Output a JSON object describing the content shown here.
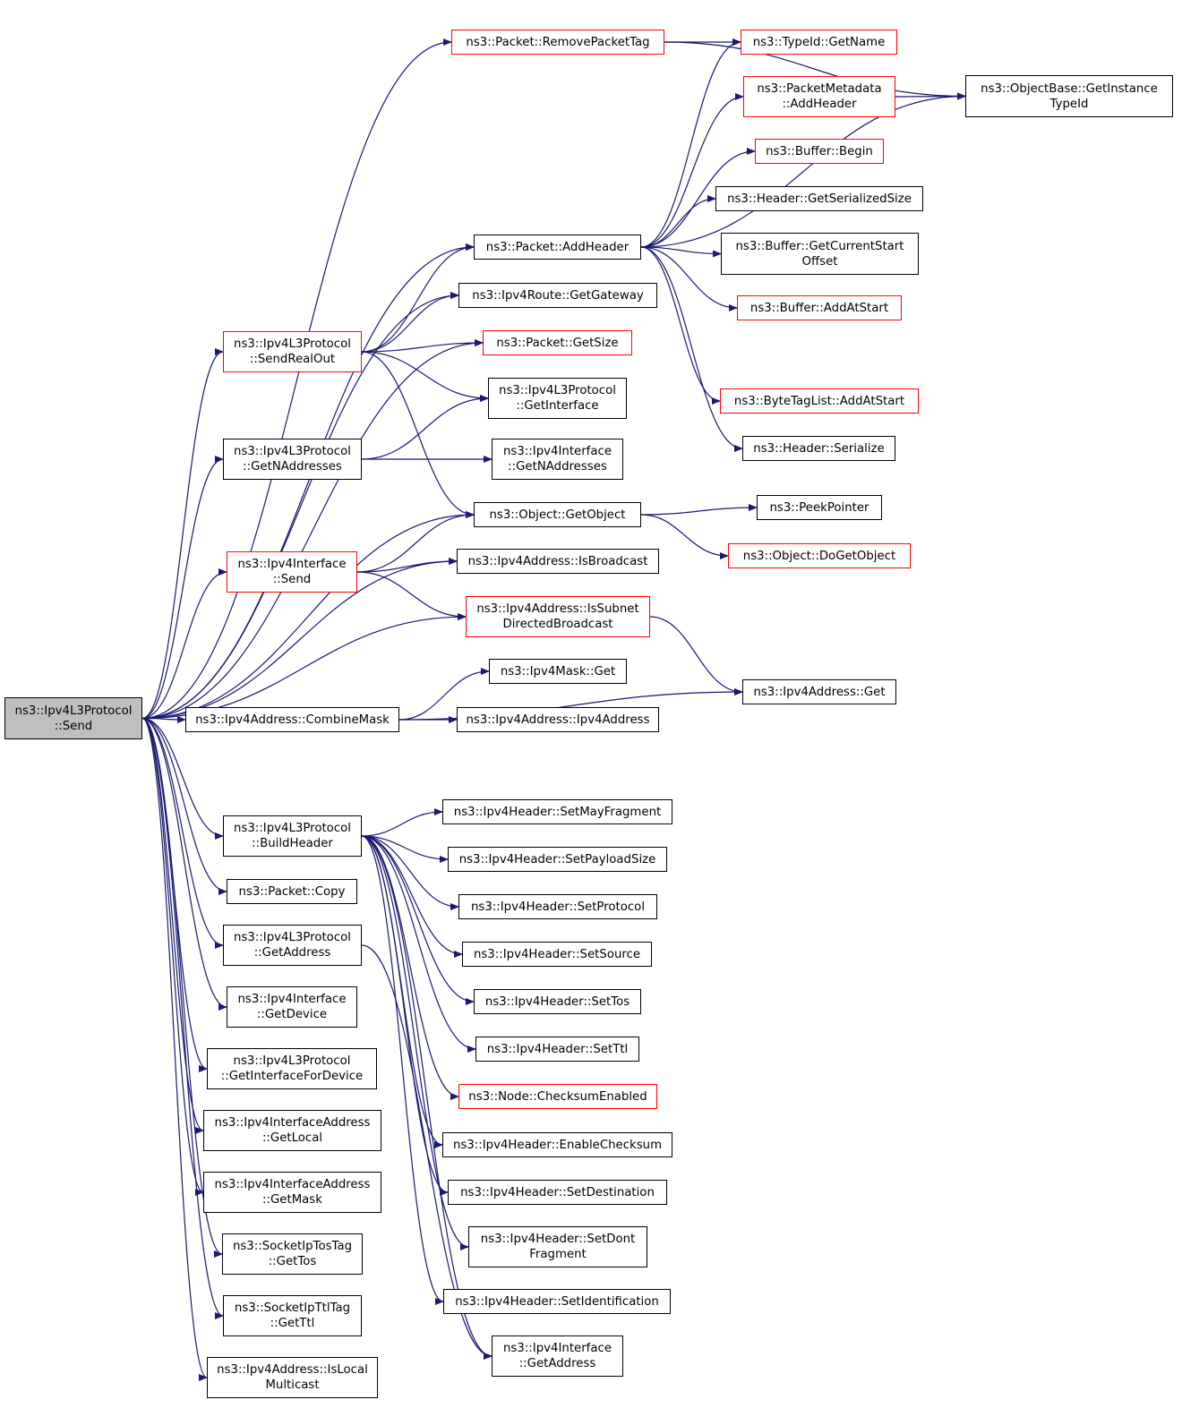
{
  "colors": {
    "edge": "#191970",
    "border": "#000000",
    "border_link": "#ff0000",
    "root_fill": "#bfbfbf"
  },
  "nodes": {
    "send": {
      "lines": [
        "ns3::Ipv4L3Protocol",
        "::Send"
      ],
      "style": "root"
    },
    "removePacketTag": {
      "lines": [
        "ns3::Packet::RemovePacketTag"
      ],
      "style": "red"
    },
    "typeIdGetName": {
      "lines": [
        "ns3::TypeId::GetName"
      ],
      "style": "red"
    },
    "getInstanceTypeId": {
      "lines": [
        "ns3::ObjectBase::GetInstance",
        "TypeId"
      ],
      "style": "black"
    },
    "metaAddHeader": {
      "lines": [
        "ns3::PacketMetadata",
        "::AddHeader"
      ],
      "style": "red"
    },
    "bufferBegin": {
      "lines": [
        "ns3::Buffer::Begin"
      ],
      "style": "red"
    },
    "headerGetSerializedSize": {
      "lines": [
        "ns3::Header::GetSerializedSize"
      ],
      "style": "black"
    },
    "packetAddHeader": {
      "lines": [
        "ns3::Packet::AddHeader"
      ],
      "style": "black"
    },
    "bufferGetCurrentStartOffset": {
      "lines": [
        "ns3::Buffer::GetCurrentStart",
        "Offset"
      ],
      "style": "black"
    },
    "ipv4RouteGetGateway": {
      "lines": [
        "ns3::Ipv4Route::GetGateway"
      ],
      "style": "black"
    },
    "bufferAddAtStart": {
      "lines": [
        "ns3::Buffer::AddAtStart"
      ],
      "style": "red"
    },
    "sendRealOut": {
      "lines": [
        "ns3::Ipv4L3Protocol",
        "::SendRealOut"
      ],
      "style": "red"
    },
    "packetGetSize": {
      "lines": [
        "ns3::Packet::GetSize"
      ],
      "style": "red"
    },
    "l3GetInterface": {
      "lines": [
        "ns3::Ipv4L3Protocol",
        "::GetInterface"
      ],
      "style": "black"
    },
    "byteTagListAddAtStart": {
      "lines": [
        "ns3::ByteTagList::AddAtStart"
      ],
      "style": "red"
    },
    "l3GetNAddresses": {
      "lines": [
        "ns3::Ipv4L3Protocol",
        "::GetNAddresses"
      ],
      "style": "black"
    },
    "ifaceGetNAddresses": {
      "lines": [
        "ns3::Ipv4Interface",
        "::GetNAddresses"
      ],
      "style": "black"
    },
    "headerSerialize": {
      "lines": [
        "ns3::Header::Serialize"
      ],
      "style": "black"
    },
    "objectGetObject": {
      "lines": [
        "ns3::Object::GetObject"
      ],
      "style": "black"
    },
    "peekPointer": {
      "lines": [
        "ns3::PeekPointer"
      ],
      "style": "black"
    },
    "objectDoGetObject": {
      "lines": [
        "ns3::Object::DoGetObject"
      ],
      "style": "red"
    },
    "ifaceSend": {
      "lines": [
        "ns3::Ipv4Interface",
        "::Send"
      ],
      "style": "red"
    },
    "addrIsBroadcast": {
      "lines": [
        "ns3::Ipv4Address::IsBroadcast"
      ],
      "style": "black"
    },
    "addrIsSubnetDirectedBroadcast": {
      "lines": [
        "ns3::Ipv4Address::IsSubnet",
        "DirectedBroadcast"
      ],
      "style": "red"
    },
    "maskGet": {
      "lines": [
        "ns3::Ipv4Mask::Get"
      ],
      "style": "black"
    },
    "addrGet": {
      "lines": [
        "ns3::Ipv4Address::Get"
      ],
      "style": "black"
    },
    "addrCombineMask": {
      "lines": [
        "ns3::Ipv4Address::CombineMask"
      ],
      "style": "black"
    },
    "addrCtor": {
      "lines": [
        "ns3::Ipv4Address::Ipv4Address"
      ],
      "style": "black"
    },
    "buildHeader": {
      "lines": [
        "ns3::Ipv4L3Protocol",
        "::BuildHeader"
      ],
      "style": "black"
    },
    "hdrSetMayFragment": {
      "lines": [
        "ns3::Ipv4Header::SetMayFragment"
      ],
      "style": "black"
    },
    "hdrSetPayloadSize": {
      "lines": [
        "ns3::Ipv4Header::SetPayloadSize"
      ],
      "style": "black"
    },
    "packetCopy": {
      "lines": [
        "ns3::Packet::Copy"
      ],
      "style": "black"
    },
    "hdrSetProtocol": {
      "lines": [
        "ns3::Ipv4Header::SetProtocol"
      ],
      "style": "black"
    },
    "l3GetAddress": {
      "lines": [
        "ns3::Ipv4L3Protocol",
        "::GetAddress"
      ],
      "style": "black"
    },
    "hdrSetSource": {
      "lines": [
        "ns3::Ipv4Header::SetSource"
      ],
      "style": "black"
    },
    "ifaceGetDevice": {
      "lines": [
        "ns3::Ipv4Interface",
        "::GetDevice"
      ],
      "style": "black"
    },
    "hdrSetTos": {
      "lines": [
        "ns3::Ipv4Header::SetTos"
      ],
      "style": "black"
    },
    "hdrSetTtl": {
      "lines": [
        "ns3::Ipv4Header::SetTtl"
      ],
      "style": "black"
    },
    "l3GetInterfaceForDevice": {
      "lines": [
        "ns3::Ipv4L3Protocol",
        "::GetInterfaceForDevice"
      ],
      "style": "black"
    },
    "nodeChecksumEnabled": {
      "lines": [
        "ns3::Node::ChecksumEnabled"
      ],
      "style": "red"
    },
    "ifAddrGetLocal": {
      "lines": [
        "ns3::Ipv4InterfaceAddress",
        "::GetLocal"
      ],
      "style": "black"
    },
    "hdrEnableChecksum": {
      "lines": [
        "ns3::Ipv4Header::EnableChecksum"
      ],
      "style": "black"
    },
    "hdrSetDestination": {
      "lines": [
        "ns3::Ipv4Header::SetDestination"
      ],
      "style": "black"
    },
    "ifAddrGetMask": {
      "lines": [
        "ns3::Ipv4InterfaceAddress",
        "::GetMask"
      ],
      "style": "black"
    },
    "hdrSetDontFragment": {
      "lines": [
        "ns3::Ipv4Header::SetDont",
        "Fragment"
      ],
      "style": "black"
    },
    "tosTagGetTos": {
      "lines": [
        "ns3::SocketIpTosTag",
        "::GetTos"
      ],
      "style": "black"
    },
    "hdrSetIdentification": {
      "lines": [
        "ns3::Ipv4Header::SetIdentification"
      ],
      "style": "black"
    },
    "ttlTagGetTtl": {
      "lines": [
        "ns3::SocketIpTtlTag",
        "::GetTtl"
      ],
      "style": "black"
    },
    "ifaceGetAddress": {
      "lines": [
        "ns3::Ipv4Interface",
        "::GetAddress"
      ],
      "style": "black"
    },
    "addrIsLocalMulticast": {
      "lines": [
        "ns3::Ipv4Address::IsLocal",
        "Multicast"
      ],
      "style": "black"
    }
  },
  "edges": [
    [
      "send",
      "removePacketTag"
    ],
    [
      "send",
      "packetAddHeader"
    ],
    [
      "send",
      "ipv4RouteGetGateway"
    ],
    [
      "send",
      "sendRealOut"
    ],
    [
      "send",
      "packetGetSize"
    ],
    [
      "send",
      "l3GetNAddresses"
    ],
    [
      "send",
      "objectGetObject"
    ],
    [
      "send",
      "ifaceSend"
    ],
    [
      "send",
      "addrIsBroadcast"
    ],
    [
      "send",
      "addrIsSubnetDirectedBroadcast"
    ],
    [
      "send",
      "addrCombineMask"
    ],
    [
      "send",
      "buildHeader"
    ],
    [
      "send",
      "packetCopy"
    ],
    [
      "send",
      "l3GetAddress"
    ],
    [
      "send",
      "ifaceGetDevice"
    ],
    [
      "send",
      "l3GetInterfaceForDevice"
    ],
    [
      "send",
      "ifAddrGetLocal"
    ],
    [
      "send",
      "ifAddrGetMask"
    ],
    [
      "send",
      "tosTagGetTos"
    ],
    [
      "send",
      "ttlTagGetTtl"
    ],
    [
      "send",
      "addrIsLocalMulticast"
    ],
    [
      "removePacketTag",
      "typeIdGetName"
    ],
    [
      "removePacketTag",
      "getInstanceTypeId"
    ],
    [
      "metaAddHeader",
      "getInstanceTypeId"
    ],
    [
      "packetAddHeader",
      "typeIdGetName"
    ],
    [
      "packetAddHeader",
      "metaAddHeader"
    ],
    [
      "packetAddHeader",
      "bufferBegin"
    ],
    [
      "packetAddHeader",
      "headerGetSerializedSize"
    ],
    [
      "packetAddHeader",
      "bufferGetCurrentStartOffset"
    ],
    [
      "packetAddHeader",
      "bufferAddAtStart"
    ],
    [
      "packetAddHeader",
      "getInstanceTypeId"
    ],
    [
      "packetAddHeader",
      "byteTagListAddAtStart"
    ],
    [
      "packetAddHeader",
      "headerSerialize"
    ],
    [
      "sendRealOut",
      "packetAddHeader"
    ],
    [
      "sendRealOut",
      "ipv4RouteGetGateway"
    ],
    [
      "sendRealOut",
      "packetGetSize"
    ],
    [
      "sendRealOut",
      "l3GetInterface"
    ],
    [
      "sendRealOut",
      "objectGetObject"
    ],
    [
      "l3GetNAddresses",
      "l3GetInterface"
    ],
    [
      "l3GetNAddresses",
      "ifaceGetNAddresses"
    ],
    [
      "objectGetObject",
      "peekPointer"
    ],
    [
      "objectGetObject",
      "objectDoGetObject"
    ],
    [
      "ifaceSend",
      "objectGetObject"
    ],
    [
      "ifaceSend",
      "addrIsBroadcast"
    ],
    [
      "ifaceSend",
      "addrIsSubnetDirectedBroadcast"
    ],
    [
      "addrIsSubnetDirectedBroadcast",
      "addrGet"
    ],
    [
      "addrCombineMask",
      "maskGet"
    ],
    [
      "addrCombineMask",
      "addrCtor"
    ],
    [
      "addrCombineMask",
      "addrGet"
    ],
    [
      "buildHeader",
      "hdrSetMayFragment"
    ],
    [
      "buildHeader",
      "hdrSetPayloadSize"
    ],
    [
      "buildHeader",
      "hdrSetProtocol"
    ],
    [
      "buildHeader",
      "hdrSetSource"
    ],
    [
      "buildHeader",
      "hdrSetTos"
    ],
    [
      "buildHeader",
      "hdrSetTtl"
    ],
    [
      "buildHeader",
      "nodeChecksumEnabled"
    ],
    [
      "buildHeader",
      "hdrEnableChecksum"
    ],
    [
      "buildHeader",
      "hdrSetDestination"
    ],
    [
      "buildHeader",
      "hdrSetDontFragment"
    ],
    [
      "buildHeader",
      "hdrSetIdentification"
    ],
    [
      "buildHeader",
      "ifaceGetAddress"
    ],
    [
      "l3GetAddress",
      "ifaceGetAddress"
    ]
  ]
}
